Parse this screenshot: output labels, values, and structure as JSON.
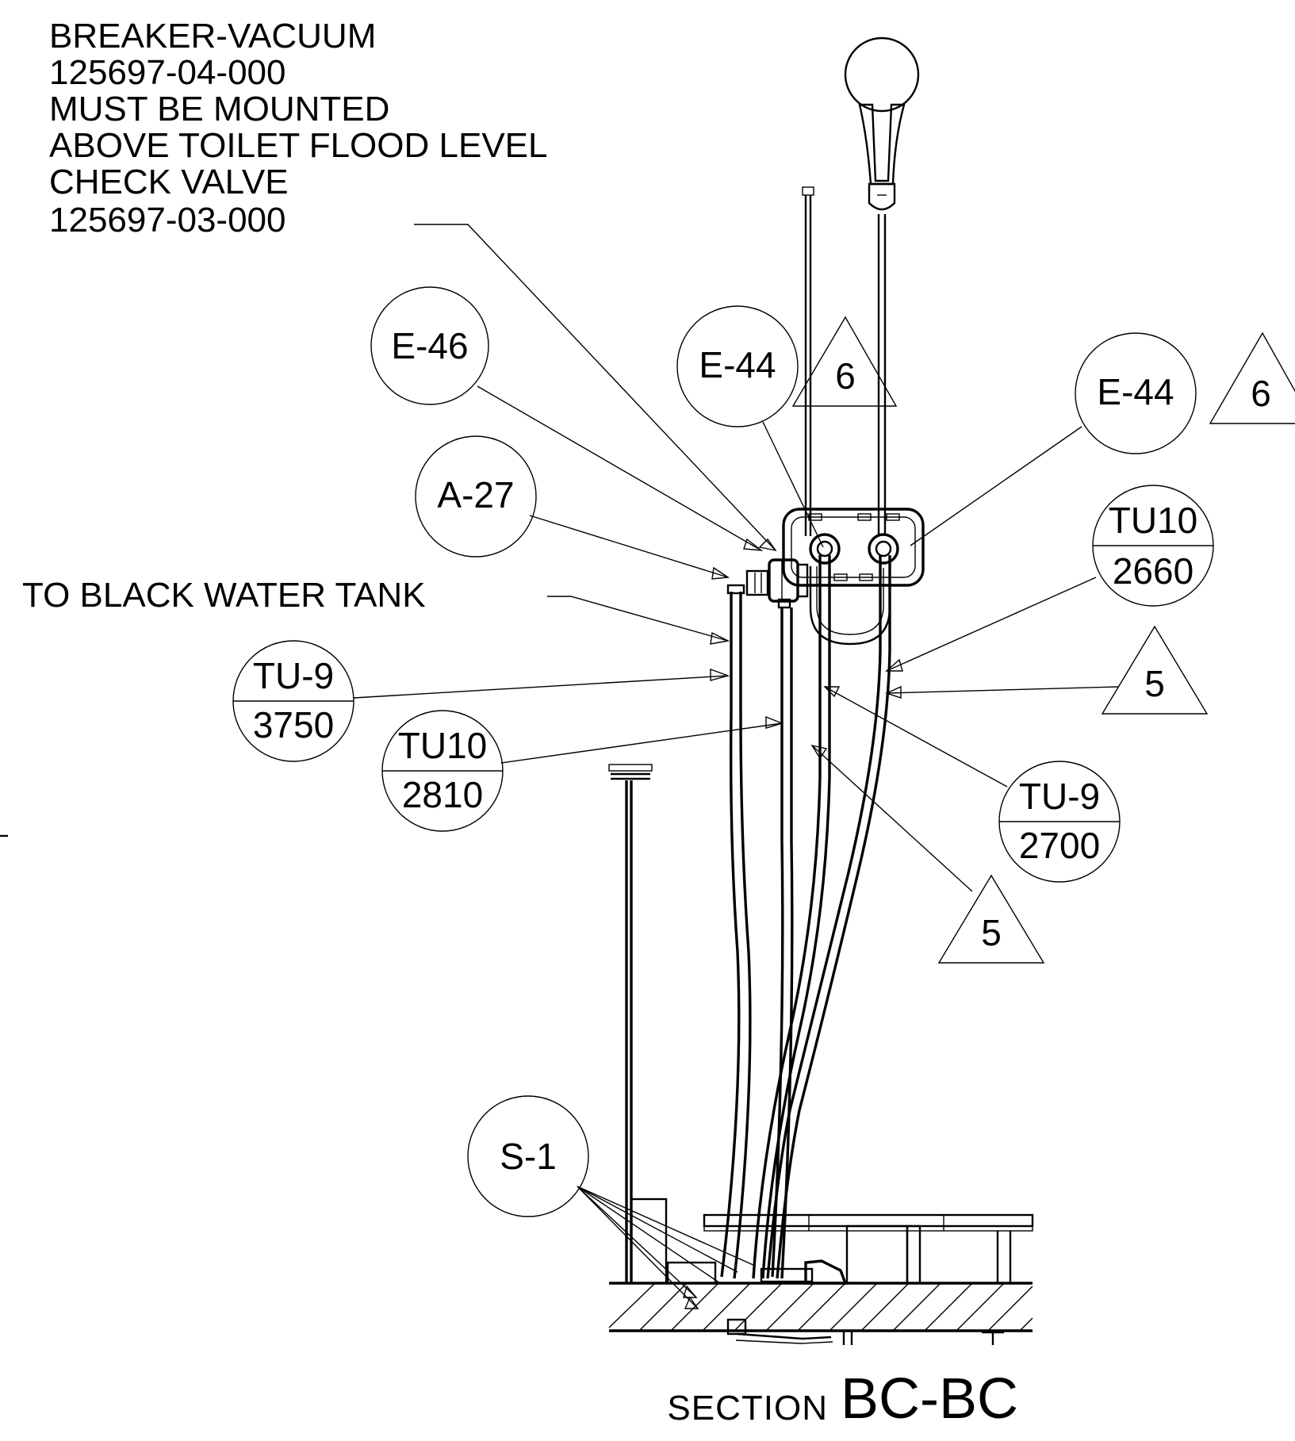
{
  "notes": {
    "vacuum_breaker": [
      "BREAKER-VACUUM",
      "125697-04-000",
      "MUST BE MOUNTED",
      "ABOVE TOILET FLOOD LEVEL"
    ],
    "check_valve": [
      "CHECK VALVE",
      "125697-03-000"
    ],
    "black_water": "TO BLACK WATER TANK"
  },
  "callouts": {
    "e46": "E-46",
    "e44_left": "E-44",
    "e44_right": "E-44",
    "a27": "A-27",
    "s1": "S-1"
  },
  "split_tags": {
    "tu10_top": {
      "top": "TU10",
      "bottom": "2660"
    },
    "tu9_left": {
      "top": "TU-9",
      "bottom": "3750"
    },
    "tu10_left": {
      "top": "TU10",
      "bottom": "2810"
    },
    "tu9_right": {
      "top": "TU-9",
      "bottom": "2700"
    }
  },
  "flags": {
    "flag6_center": "6",
    "flag6_right": "6",
    "flag5_upper": "5",
    "flag5_lower": "5"
  },
  "section": {
    "word": "SECTION",
    "id": "BC-BC"
  }
}
